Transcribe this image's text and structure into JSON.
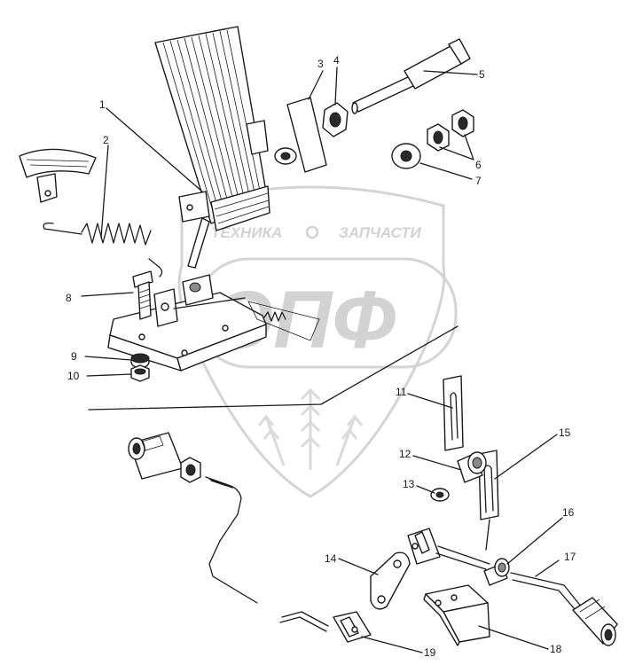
{
  "watermark": {
    "top_text": "ТЕХНИКА",
    "top_text_2": "ЗАПЧАСТИ",
    "big_text": "ЭПФ"
  },
  "callouts": [
    {
      "id": "callout-1",
      "text": "1"
    },
    {
      "id": "callout-2",
      "text": "2"
    },
    {
      "id": "callout-3",
      "text": "3"
    },
    {
      "id": "callout-4",
      "text": "4"
    },
    {
      "id": "callout-5",
      "text": "5"
    },
    {
      "id": "callout-6",
      "text": "6"
    },
    {
      "id": "callout-7",
      "text": "7"
    },
    {
      "id": "callout-8",
      "text": "8"
    },
    {
      "id": "callout-9",
      "text": "9"
    },
    {
      "id": "callout-10",
      "text": "10"
    },
    {
      "id": "callout-11",
      "text": "11"
    },
    {
      "id": "callout-12",
      "text": "12"
    },
    {
      "id": "callout-13",
      "text": "13"
    },
    {
      "id": "callout-14",
      "text": "14"
    },
    {
      "id": "callout-15",
      "text": "15"
    },
    {
      "id": "callout-16",
      "text": "16"
    },
    {
      "id": "callout-17",
      "text": "17"
    },
    {
      "id": "callout-18",
      "text": "18"
    },
    {
      "id": "callout-19",
      "text": "19"
    }
  ],
  "colors": {
    "line": "#1a1a1a",
    "watermark": "#d4d4d4",
    "background": "#ffffff"
  }
}
